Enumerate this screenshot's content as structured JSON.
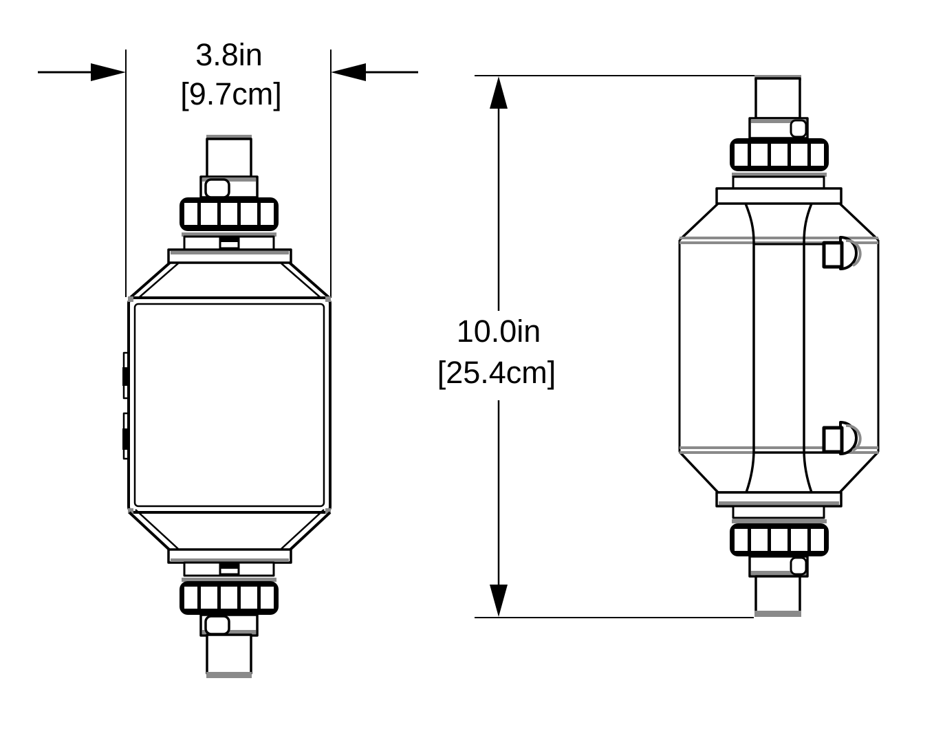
{
  "dimensions": {
    "width": {
      "primary": "3.8in",
      "secondary": "[9.7cm]"
    },
    "height": {
      "primary": "10.0in",
      "secondary": "[25.4cm]"
    }
  },
  "colors": {
    "line": "#000000",
    "shade": "#8a8a8a",
    "background": "#ffffff"
  }
}
